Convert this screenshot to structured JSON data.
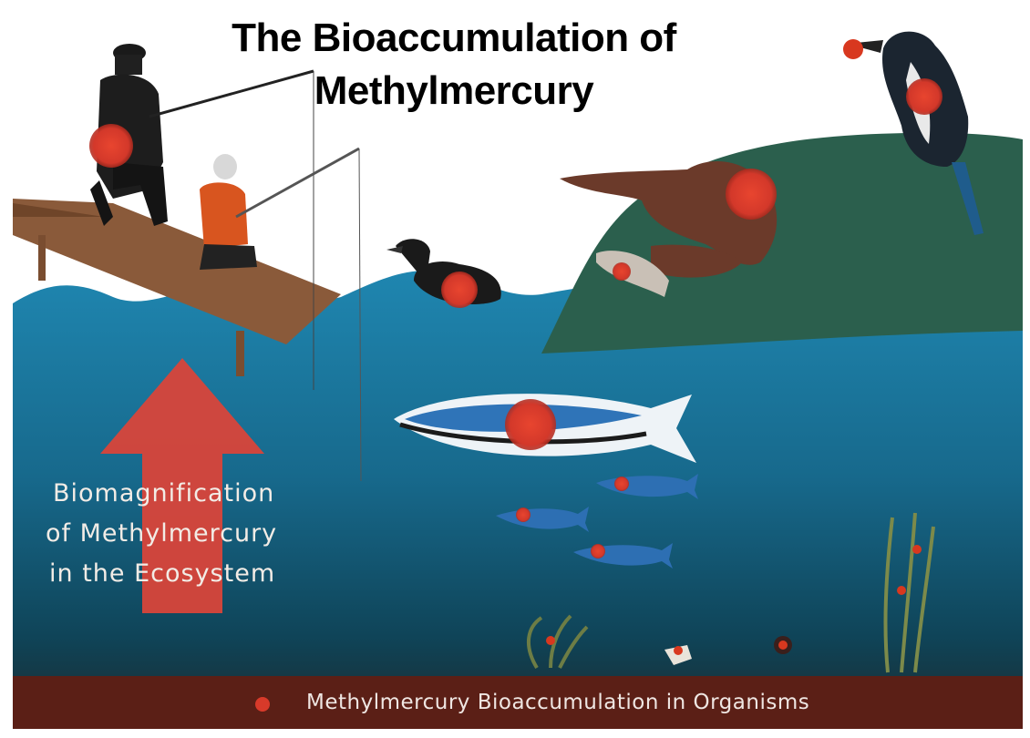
{
  "title": {
    "line1": "The Bioaccumulation of",
    "line2": "Methylmercury"
  },
  "arrow_caption": {
    "line1": "Biomagnification",
    "line2": "of Methylmercury",
    "line3": "in the Ecosystem"
  },
  "legend": {
    "label": "Methylmercury Bioaccumulation in Organisms",
    "marker_color": "#d83a2a"
  },
  "colors": {
    "mercury_marker": "#d83a2a",
    "water": "#1c7ea6",
    "deep_water": "#0f3f55",
    "hill": "#2a5d4c",
    "dock": "#8a5a3a",
    "sediment": "#5b1f16"
  }
}
